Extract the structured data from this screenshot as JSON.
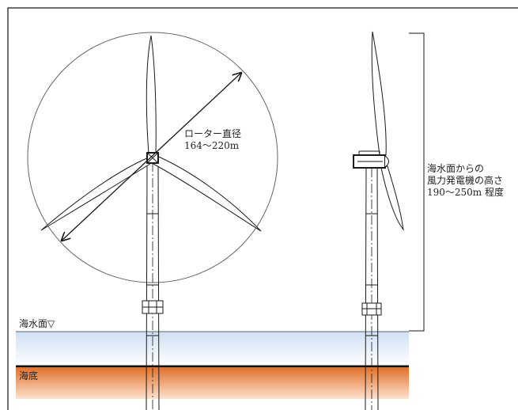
{
  "labels": {
    "rotor_diameter_title": "ローター直径",
    "rotor_diameter_value": "164〜220m",
    "height_line1": "海水面からの",
    "height_line2": "風力発電機の高さ",
    "height_line3": "190〜250m 程度",
    "sea_surface": "海水面▽",
    "seabed": "海底"
  },
  "colors": {
    "line": "#1a1a1a",
    "sea_top": "#cfe0f3",
    "sea_bottom": "#ffffff",
    "seabed_top": "#e0702a",
    "seabed_bottom": "#fbe3d0"
  }
}
